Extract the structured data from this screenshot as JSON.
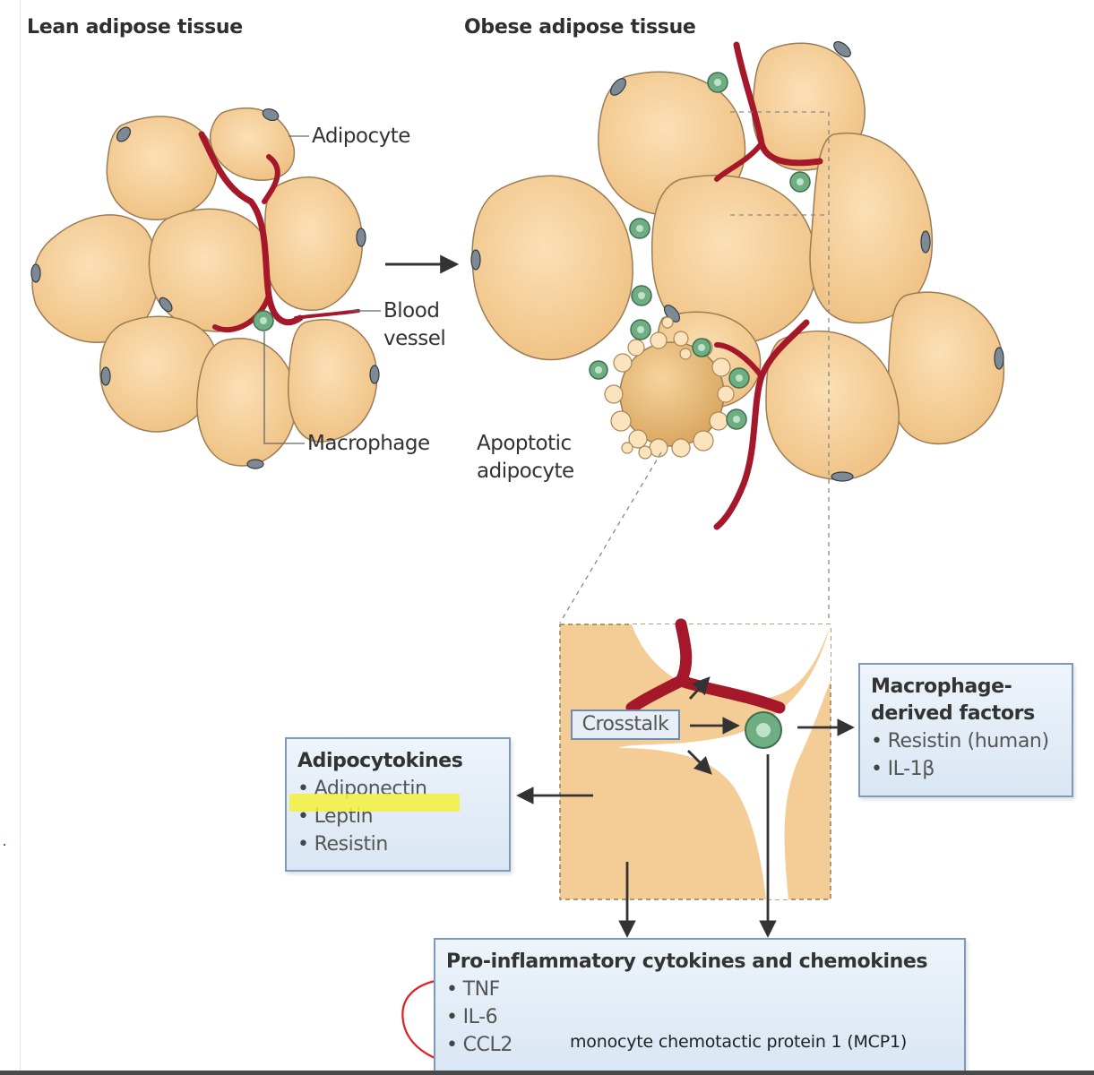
{
  "headings": {
    "lean": "Lean adipose tissue",
    "obese": "Obese adipose tissue"
  },
  "labels": {
    "adipocyte": "Adipocyte",
    "blood_vessel": [
      "Blood",
      "vessel"
    ],
    "macrophage": "Macrophage",
    "apoptotic_adipocyte": [
      "Apoptotic",
      "adipocyte"
    ],
    "crosstalk": "Crosstalk"
  },
  "boxes": {
    "adipocytokines": {
      "title": "Adipocytokines",
      "items": [
        "Adiponectin",
        "Leptin",
        "Resistin"
      ]
    },
    "macrophage_factors": {
      "title": [
        "Macrophage-",
        "derived factors"
      ],
      "items": [
        "Resistin (human)",
        "IL-1β"
      ]
    },
    "proinflammatory": {
      "title": "Pro-inflammatory cytokines and chemokines",
      "items": [
        "TNF",
        "IL-6",
        "CCL2"
      ],
      "note": "monocyte chemotactic protein 1 (MCP1)"
    }
  },
  "bullet": "•",
  "colors": {
    "adipocyte_fill": "#f4cc95",
    "adipocyte_stroke": "#9a7d55",
    "vessel": "#a4182a",
    "macrophage": "#6fae82",
    "box_border": "#7f9ab8",
    "highlight": "#f3f03c",
    "annotation_circle": "#e0201e"
  }
}
